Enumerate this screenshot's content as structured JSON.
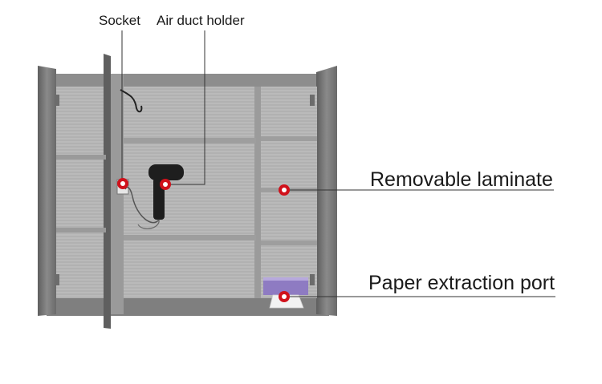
{
  "callouts": {
    "socket": "Socket",
    "air_duct_holder": "Air duct holder",
    "removable_laminate": "Removable laminate",
    "paper_extraction_port": "Paper extraction port"
  },
  "colors": {
    "marker_red": "#d0111b",
    "leader_line": "#333333",
    "steel_light": "#b9b9b9",
    "steel_dark": "#6e6e6e",
    "tissue_box": "#8e7bc2"
  },
  "icons": {
    "hair_dryer": "hair-dryer-icon",
    "tissue_box": "tissue-box-icon"
  }
}
